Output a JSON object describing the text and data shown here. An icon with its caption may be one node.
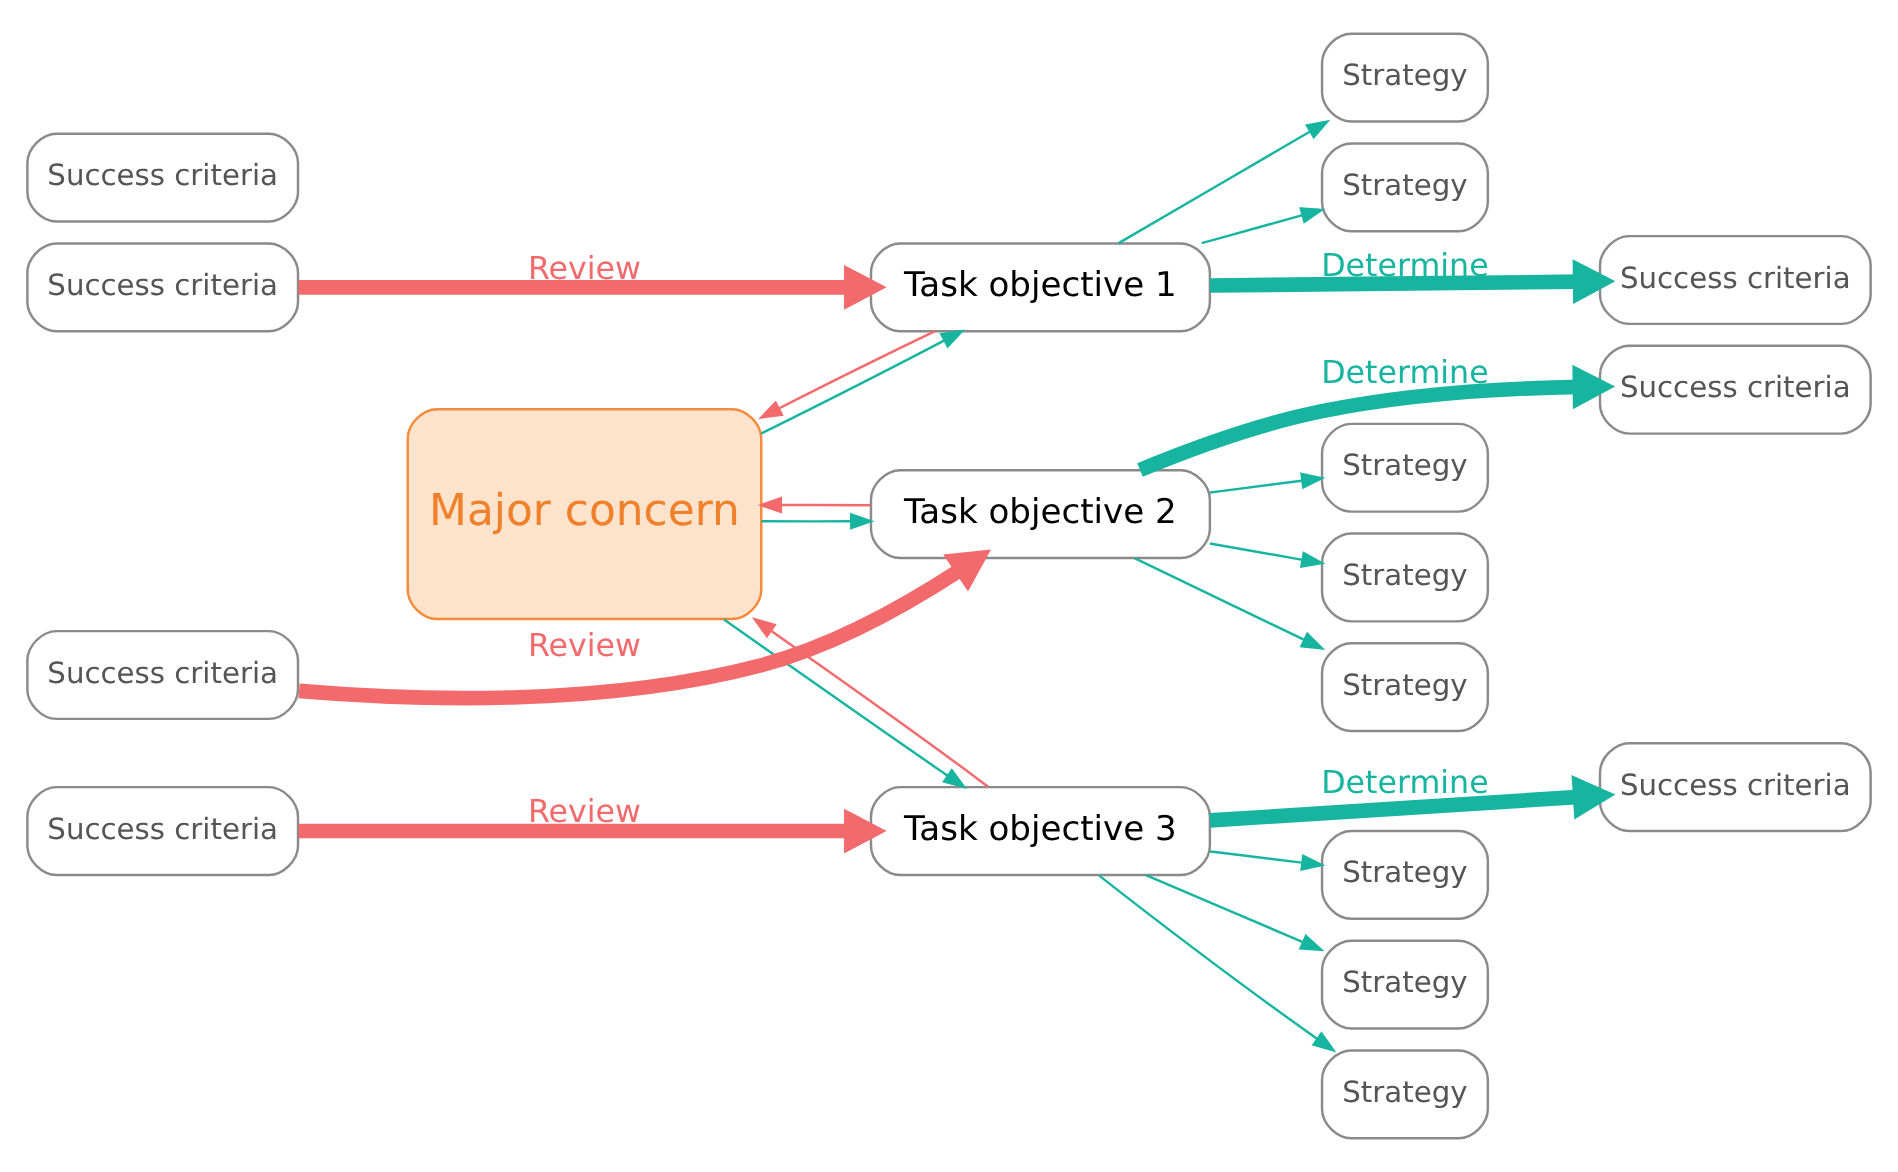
{
  "diagram": {
    "nodes": [
      {
        "text": [
          "Major concern"
        ]
      },
      {
        "text": [
          "Task objective 1"
        ]
      },
      {
        "text": [
          "Strategy"
        ]
      },
      {
        "text": [
          "Strategy"
        ]
      },
      {
        "text": [
          "Success criteria"
        ]
      },
      {
        "text": [
          "Success criteria"
        ]
      },
      {
        "text": [
          "Success criteria"
        ]
      },
      {
        "text": [
          "Task objective 2"
        ]
      },
      {
        "text": [
          "Strategy"
        ]
      },
      {
        "text": [
          "Strategy"
        ]
      },
      {
        "text": [
          "Strategy"
        ]
      },
      {
        "text": [
          "Success criteria"
        ]
      },
      {
        "text": [
          "Success criteria"
        ]
      },
      {
        "text": [
          "Task objective 3"
        ]
      },
      {
        "text": [
          "Strategy"
        ]
      },
      {
        "text": [
          "Strategy"
        ]
      },
      {
        "text": [
          "Strategy"
        ]
      },
      {
        "text": [
          "Success criteria"
        ]
      },
      {
        "text": [
          "Success criteria"
        ]
      }
    ],
    "edges": [
      {
        "from": 0,
        "to": 1,
        "arrow": "to"
      },
      {
        "from": 1,
        "to": 0,
        "arrow": "to",
        "color": "#f26a6c"
      },
      {
        "from": 1,
        "to": 2,
        "arrow": "to"
      },
      {
        "from": 1,
        "to": 3,
        "arrow": "to"
      },
      {
        "from": 1,
        "to": 4,
        "arrow": "to",
        "label": "Determine",
        "style": "thick"
      },
      {
        "from": 6,
        "to": 1,
        "arrow": "to",
        "label": "Review",
        "style": "thick",
        "color": "#f26a6c"
      },
      {
        "from": 0,
        "to": 7,
        "arrow": "to"
      },
      {
        "from": 7,
        "to": 0,
        "arrow": "to",
        "color": "#f26a6c"
      },
      {
        "from": 7,
        "to": 8,
        "arrow": "to"
      },
      {
        "from": 7,
        "to": 9,
        "arrow": "to"
      },
      {
        "from": 7,
        "to": 10,
        "arrow": "to"
      },
      {
        "from": 7,
        "to": 11,
        "arrow": "to",
        "label": "Determine",
        "style": "thick"
      },
      {
        "from": 12,
        "to": 7,
        "arrow": "to",
        "label": "Review",
        "style": "thick",
        "color": "#f26a6c"
      },
      {
        "from": 0,
        "to": 13,
        "arrow": "to"
      },
      {
        "from": 13,
        "to": 0,
        "arrow": "to",
        "color": "#f26a6c"
      },
      {
        "from": 13,
        "to": 14,
        "arrow": "to"
      },
      {
        "from": 13,
        "to": 15,
        "arrow": "to"
      },
      {
        "from": 13,
        "to": 16,
        "arrow": "to"
      },
      {
        "from": 13,
        "to": 17,
        "arrow": "to",
        "label": "Determine",
        "style": "thick"
      },
      {
        "from": 18,
        "to": 13,
        "arrow": "to",
        "label": "Review",
        "style": "thick",
        "color": "#f26a6c"
      }
    ]
  }
}
